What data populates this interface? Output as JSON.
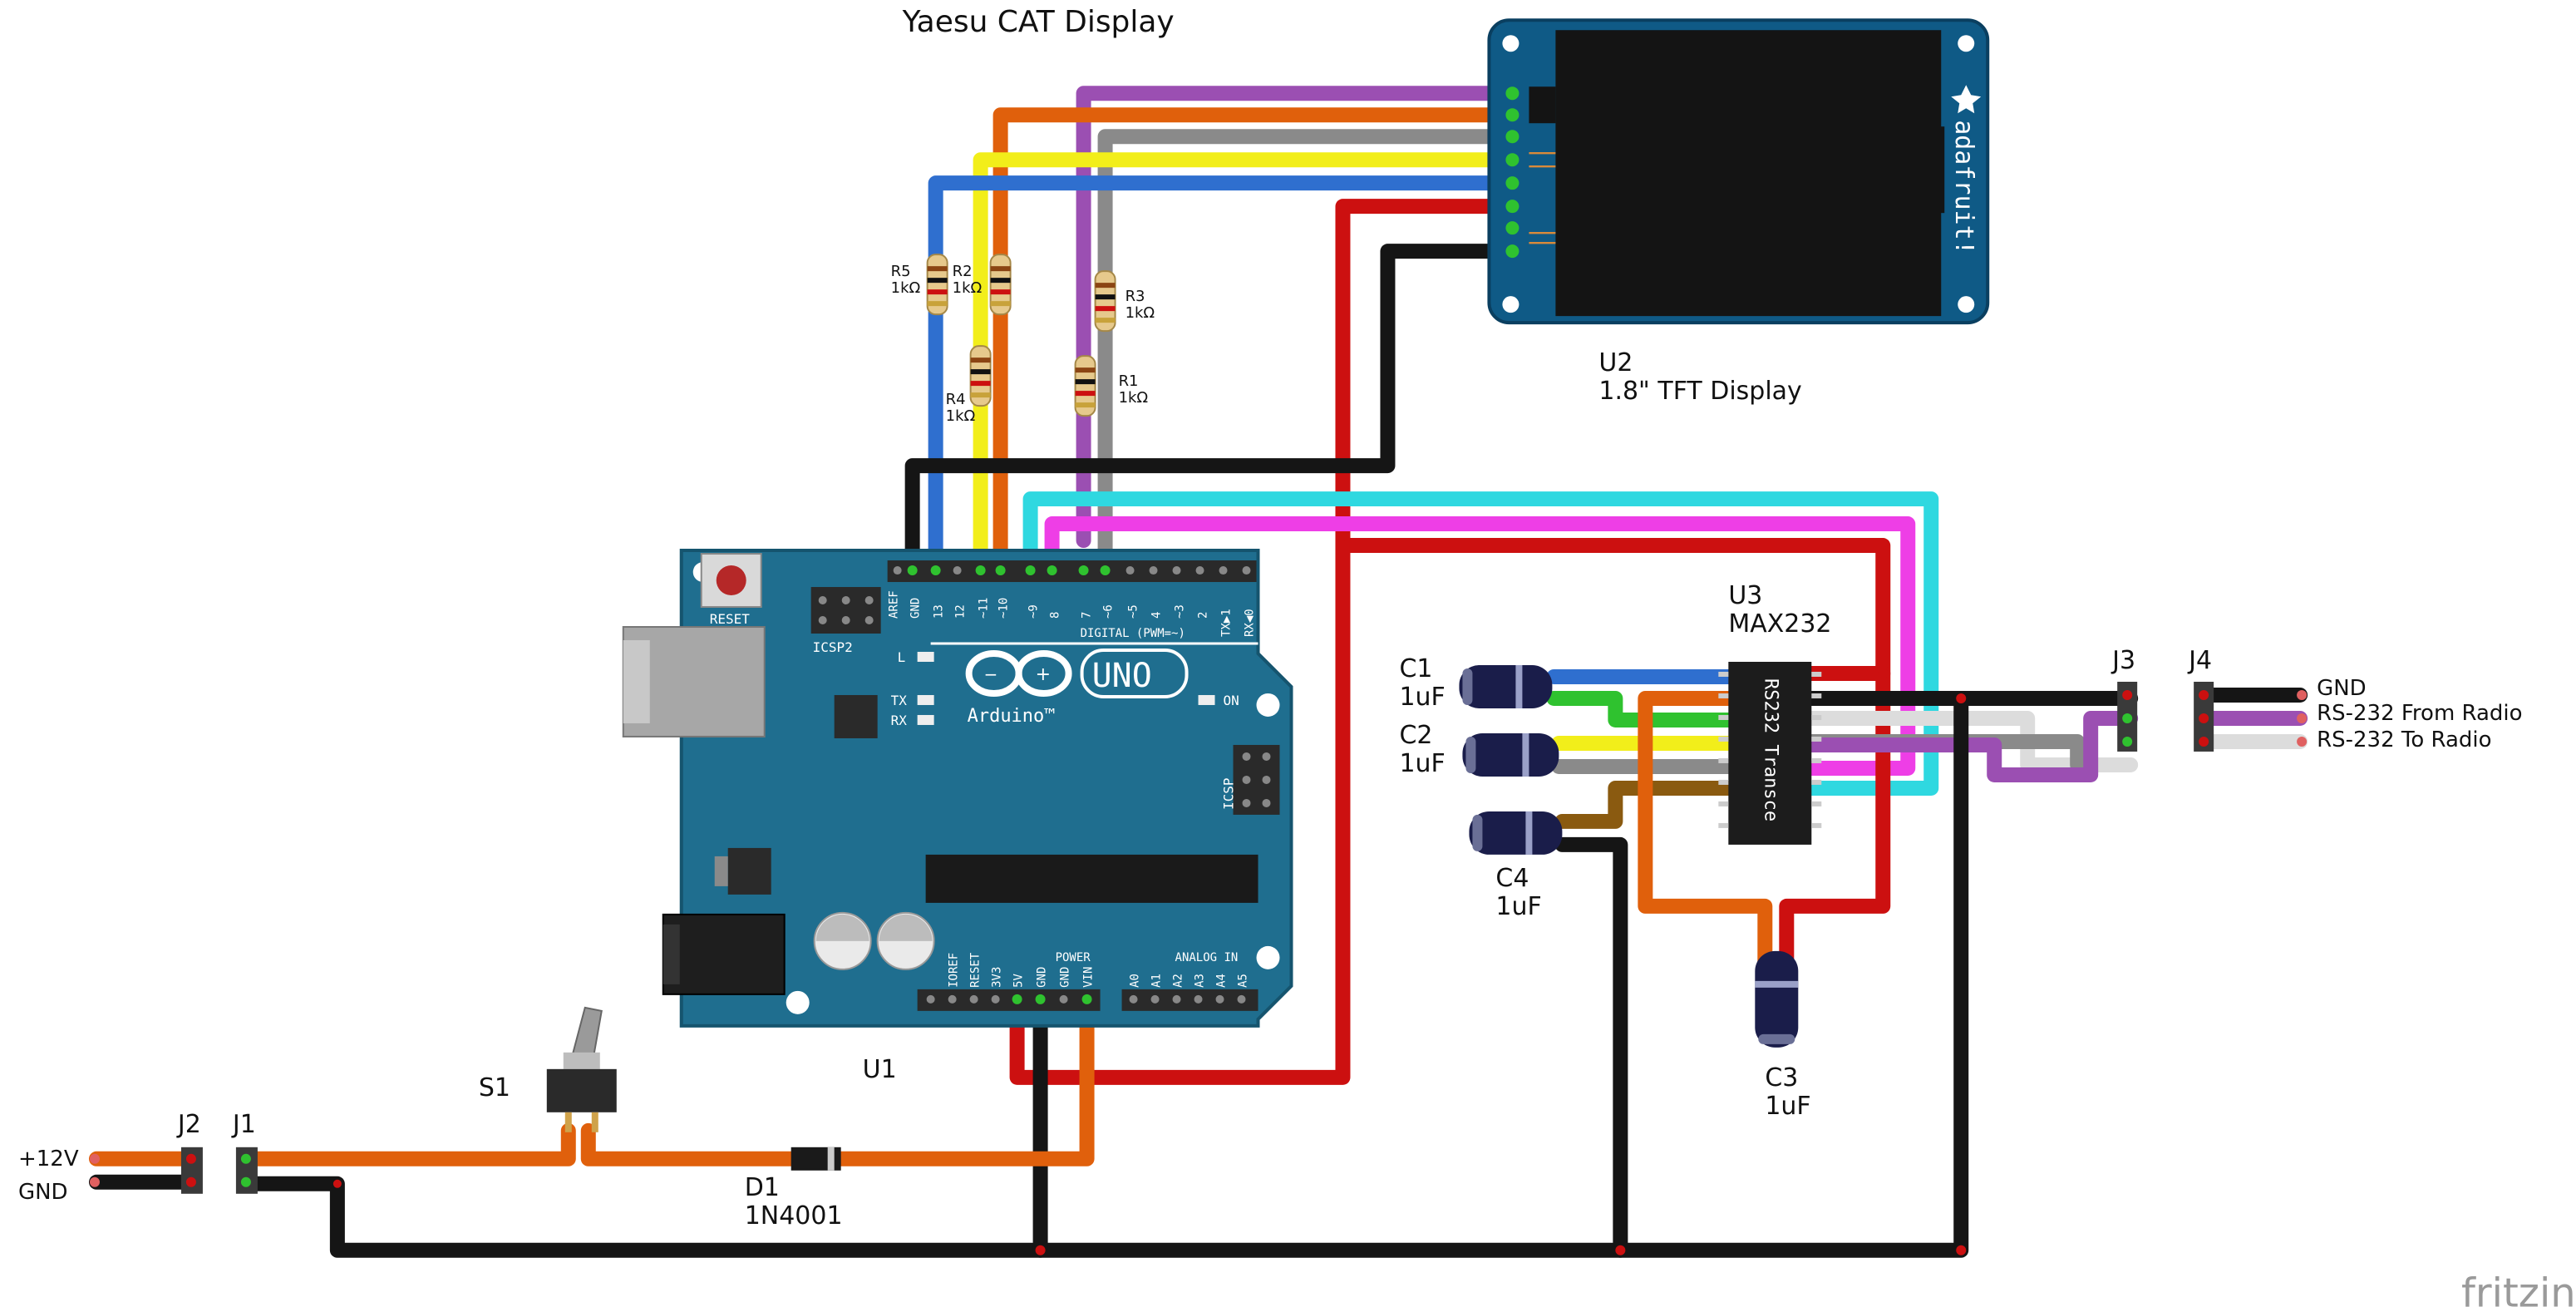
{
  "title": "Yaesu CAT Display",
  "colors": {
    "board": "#1f6e8f",
    "board_dark": "#15546e",
    "red": "#cc1010",
    "black": "#151515",
    "orange": "#e0600c",
    "yellow": "#f2ee1a",
    "blue": "#2f6fcf",
    "purple": "#9b4fb2",
    "gray": "#8a8a8a",
    "cyan": "#2fd8e0",
    "magenta": "#ee3ee6",
    "green": "#2fc22f",
    "brown": "#8a5a10",
    "display_blue": "#0f5a86"
  },
  "u2": {
    "ref": "U2",
    "name": "1.8\" TFT Display",
    "brand": "adafruit!"
  },
  "u1": {
    "ref": "U1",
    "uno": "UNO",
    "arduino": "Arduino™",
    "reset": "RESET",
    "icsp2": "ICSP2",
    "icsp": "ICSP",
    "digital": "DIGITAL (PWM=~)",
    "power": "POWER",
    "analog": "ANALOG IN",
    "on": "ON",
    "l": "L",
    "tx": "TX",
    "rx": "RX",
    "aref": "AREF",
    "gnd": "GND",
    "power_pins": [
      "IOREF",
      "RESET",
      "3V3",
      "5V",
      "GND",
      "GND",
      "VIN"
    ],
    "analog_pins": [
      "A0",
      "A1",
      "A2",
      "A3",
      "A4",
      "A5"
    ],
    "digital_pins": [
      "13",
      "12",
      "~11",
      "~10",
      "~9",
      "8",
      "7",
      "~6",
      "~5",
      "4",
      "~3",
      "2",
      "TX▶1",
      "RX◀0"
    ]
  },
  "u3": {
    "ref": "U3",
    "name": "MAX232",
    "chip_text": "RS232 Transce"
  },
  "resistors": [
    {
      "ref": "R5",
      "value": "1kΩ"
    },
    {
      "ref": "R2",
      "value": "1kΩ"
    },
    {
      "ref": "R3",
      "value": "1kΩ"
    },
    {
      "ref": "R4",
      "value": "1kΩ"
    },
    {
      "ref": "R1",
      "value": "1kΩ"
    }
  ],
  "capacitors": [
    {
      "ref": "C1",
      "value": "1uF"
    },
    {
      "ref": "C2",
      "value": "1uF"
    },
    {
      "ref": "C4",
      "value": "1uF"
    },
    {
      "ref": "C3",
      "value": "1uF"
    }
  ],
  "j3": {
    "ref": "J3"
  },
  "j4": {
    "ref": "J4",
    "pins": [
      "GND",
      "RS-232 From Radio",
      "RS-232 To Radio"
    ]
  },
  "j2": {
    "ref": "J2",
    "pins": [
      "+12V",
      "GND"
    ]
  },
  "j1": {
    "ref": "J1"
  },
  "s1": {
    "ref": "S1"
  },
  "d1": {
    "ref": "D1",
    "name": "1N4001"
  },
  "watermark": "fritzing"
}
